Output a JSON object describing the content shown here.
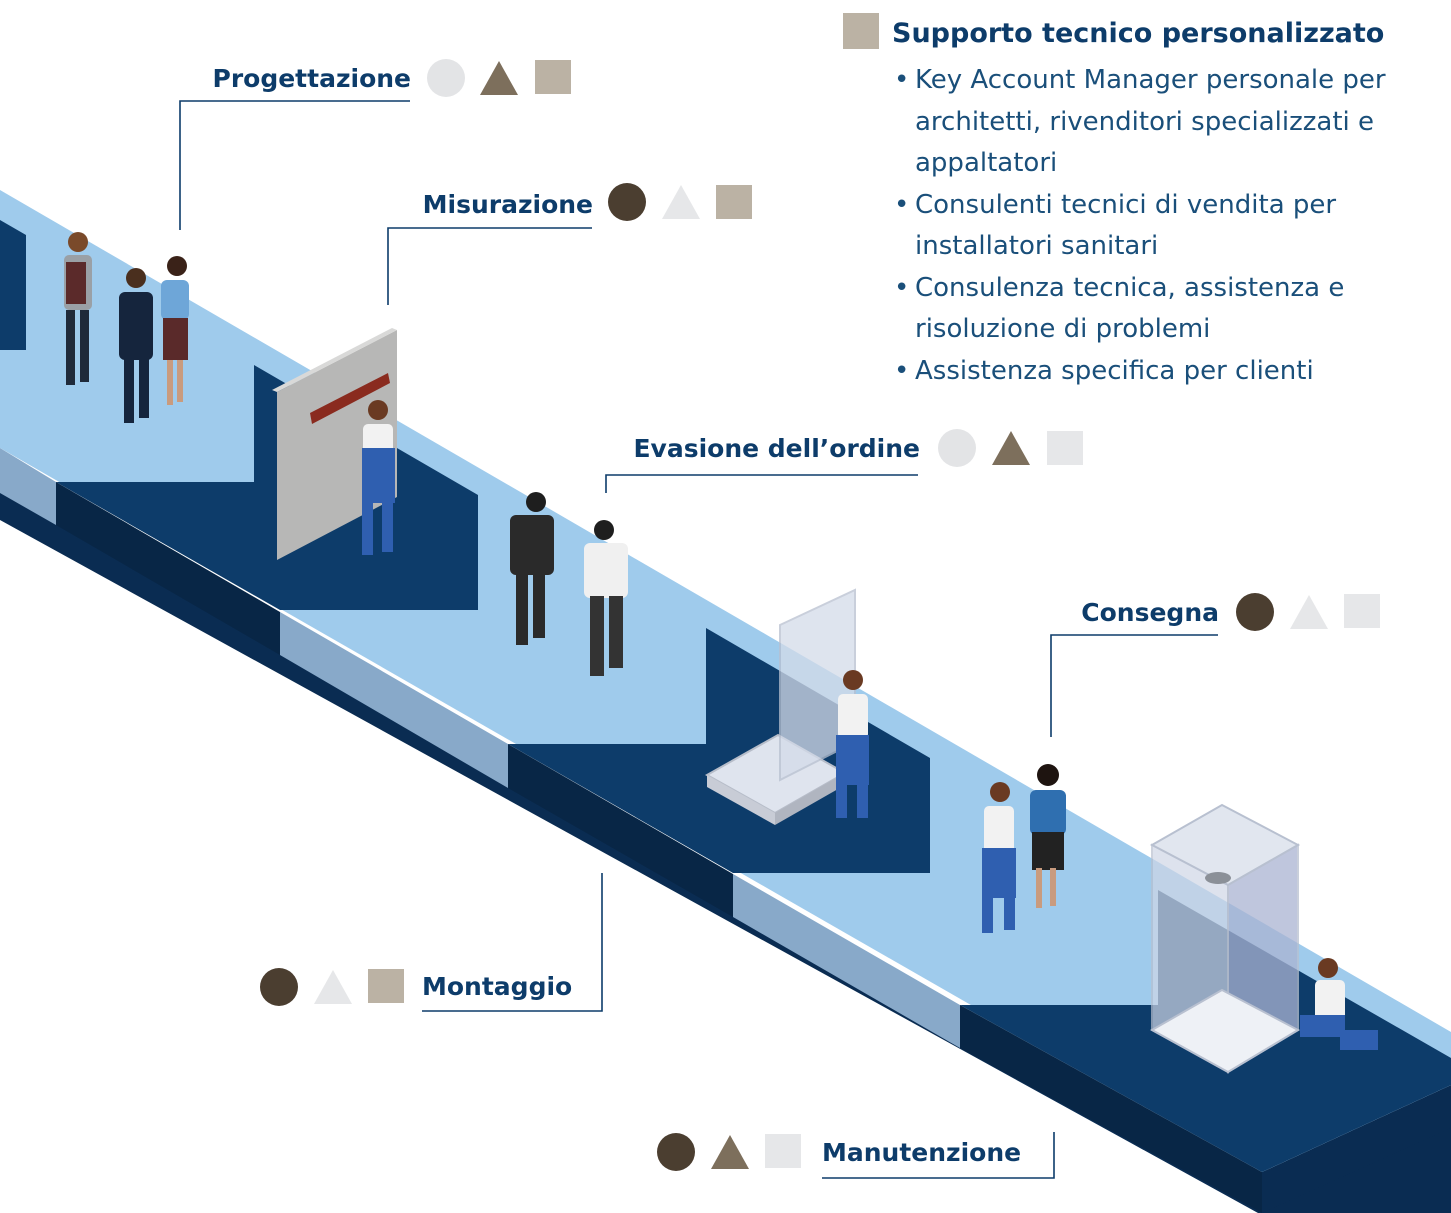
{
  "diagram": {
    "title": "Supporto tecnico personalizzato",
    "bullets": [
      "Key Account Manager personale per architetti, rivenditori specializzati e appaltatori",
      "Consulenti tecnici di vendita per installatori sanitari",
      "Consulenza tecnica, assistenza e risoluzione di problemi",
      "Assistenza specifica per clienti"
    ],
    "stages": [
      {
        "key": "progettazione",
        "label": "Progettazione",
        "shapes": [
          "circle-light",
          "triangle-dark",
          "square-beige"
        ]
      },
      {
        "key": "misurazione",
        "label": "Misurazione",
        "shapes": [
          "circle-dark",
          "triangle-light",
          "square-beige"
        ]
      },
      {
        "key": "evasione",
        "label": "Evasione dell’ordine",
        "shapes": [
          "circle-light",
          "triangle-dark",
          "square-light"
        ]
      },
      {
        "key": "consegna",
        "label": "Consegna",
        "shapes": [
          "circle-dark",
          "triangle-light",
          "square-light"
        ]
      },
      {
        "key": "montaggio",
        "label": "Montaggio",
        "shapes": [
          "circle-dark",
          "triangle-light",
          "square-beige"
        ]
      },
      {
        "key": "manutenzione",
        "label": "Manutenzione",
        "shapes": [
          "circle-dark",
          "triangle-dark",
          "square-light"
        ]
      }
    ],
    "colors": {
      "navy": "#0d3c6a",
      "dark_navy": "#0a2c52",
      "light_blue": "#9fcbec",
      "side_light": "#88a9c9",
      "circle_dark": "#4b3e30",
      "circle_light": "#e3e4e6",
      "triangle_dark": "#7d6f5c",
      "triangle_light": "#e6e7e9",
      "square_beige": "#bbb2a4",
      "square_light": "#e6e7e9"
    }
  }
}
